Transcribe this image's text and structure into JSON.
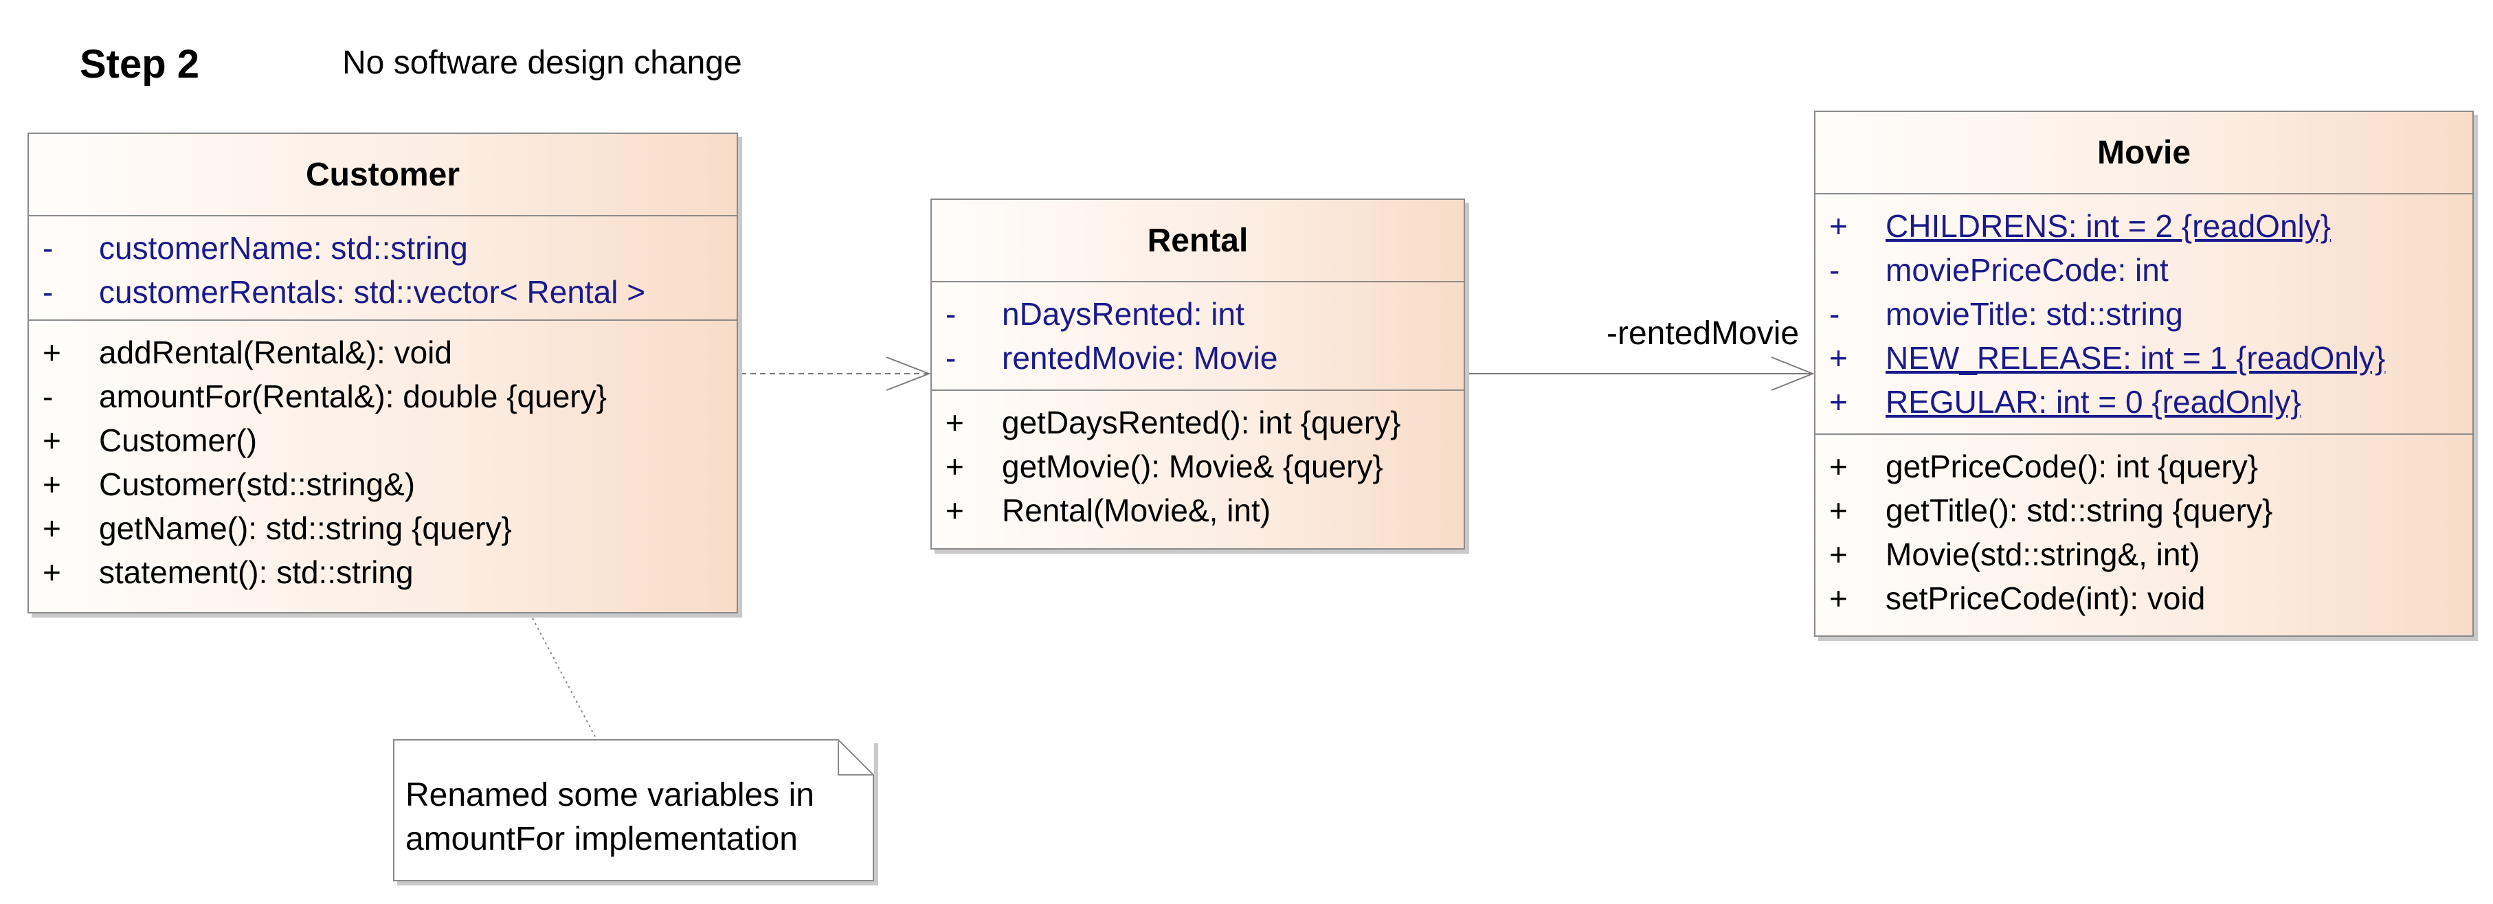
{
  "header": {
    "step": "Step 2",
    "description": "No software design change"
  },
  "classes": {
    "customer": {
      "name": "Customer",
      "attributes": [
        {
          "visibility": "-",
          "signature": "customerName: std::string"
        },
        {
          "visibility": "-",
          "signature": "customerRentals: std::vector< Rental >"
        }
      ],
      "operations": [
        {
          "visibility": "+",
          "signature": "addRental(Rental&): void"
        },
        {
          "visibility": "-",
          "signature": "amountFor(Rental&): double {query}"
        },
        {
          "visibility": "+",
          "signature": "Customer()"
        },
        {
          "visibility": "+",
          "signature": "Customer(std::string&)"
        },
        {
          "visibility": "+",
          "signature": "getName(): std::string {query}"
        },
        {
          "visibility": "+",
          "signature": "statement(): std::string"
        }
      ]
    },
    "rental": {
      "name": "Rental",
      "attributes": [
        {
          "visibility": "-",
          "signature": "nDaysRented: int"
        },
        {
          "visibility": "-",
          "signature": "rentedMovie: Movie"
        }
      ],
      "operations": [
        {
          "visibility": "+",
          "signature": "getDaysRented(): int {query}"
        },
        {
          "visibility": "+",
          "signature": "getMovie(): Movie& {query}"
        },
        {
          "visibility": "+",
          "signature": "Rental(Movie&, int)"
        }
      ]
    },
    "movie": {
      "name": "Movie",
      "attributes": [
        {
          "visibility": "+",
          "signature": "CHILDRENS: int = 2 {readOnly}",
          "static": true
        },
        {
          "visibility": "-",
          "signature": "moviePriceCode: int"
        },
        {
          "visibility": "-",
          "signature": "movieTitle: std::string"
        },
        {
          "visibility": "+",
          "signature": "NEW_RELEASE: int = 1 {readOnly}",
          "static": true
        },
        {
          "visibility": "+",
          "signature": "REGULAR: int = 0 {readOnly}",
          "static": true
        }
      ],
      "operations": [
        {
          "visibility": "+",
          "signature": "getPriceCode(): int {query}"
        },
        {
          "visibility": "+",
          "signature": "getTitle(): std::string {query}"
        },
        {
          "visibility": "+",
          "signature": "Movie(std::string&, int)"
        },
        {
          "visibility": "+",
          "signature": "setPriceCode(int): void"
        }
      ]
    }
  },
  "association": {
    "role_label": "-rentedMovie"
  },
  "note": {
    "lines": [
      "Renamed some variables in",
      "amountFor implementation"
    ]
  },
  "colors": {
    "attribute_text": "#1a1a8c",
    "class_border": "#8a8a8a",
    "class_fill_light": "#fffdfb",
    "class_fill_dark": "#f8dcc8"
  }
}
